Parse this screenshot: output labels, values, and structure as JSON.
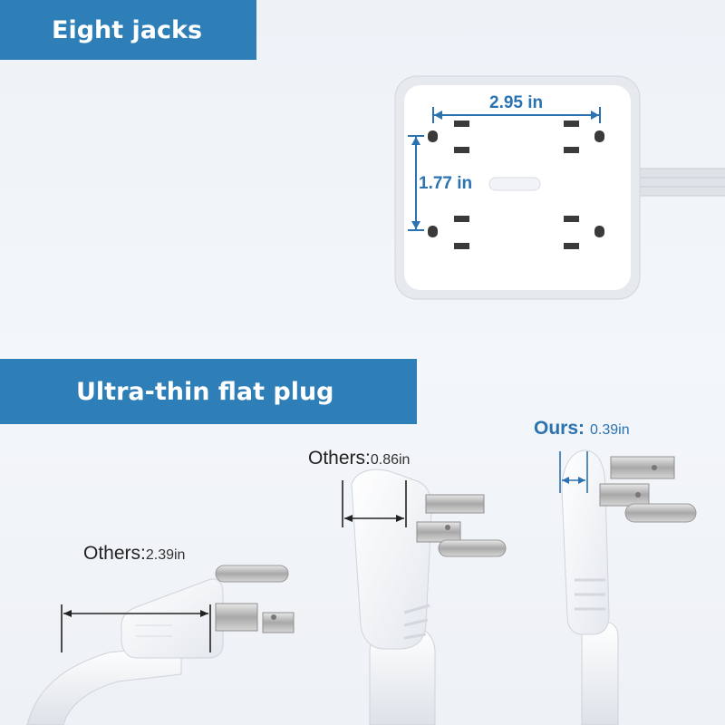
{
  "banners": {
    "top": "Eight jacks",
    "middle": "Ultra-thin flat plug"
  },
  "outlet": {
    "width_label": "2.95 in",
    "height_label": "1.77 in"
  },
  "plugs": {
    "left": {
      "label": "Others:",
      "value": "2.39in"
    },
    "middle": {
      "label": "Others:",
      "value": "0.86in"
    },
    "right": {
      "label": "Ours:",
      "value": "0.39in"
    }
  },
  "colors": {
    "accent": "#2e7fb8",
    "dimension": "#2a72b0"
  }
}
